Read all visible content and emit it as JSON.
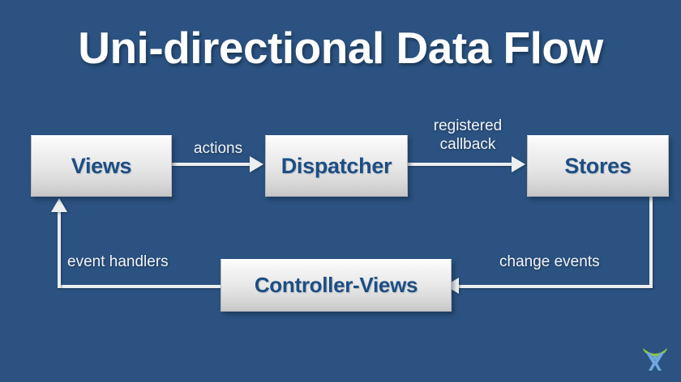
{
  "slide": {
    "title": "Uni-directional Data Flow",
    "background_color": "#2b5280",
    "node_text_color": "#1d4e82",
    "connector_color": "#eceef0",
    "title_color": "#ffffff"
  },
  "nodes": [
    {
      "id": "views",
      "label": "Views"
    },
    {
      "id": "dispatcher",
      "label": "Dispatcher"
    },
    {
      "id": "stores",
      "label": "Stores"
    },
    {
      "id": "controller",
      "label": "Controller-Views"
    }
  ],
  "edges": [
    {
      "id": "actions",
      "label": "actions",
      "from": "views",
      "to": "dispatcher",
      "direction": "right"
    },
    {
      "id": "registered",
      "label": "registered\ncallback",
      "from": "dispatcher",
      "to": "stores",
      "direction": "right"
    },
    {
      "id": "change-events",
      "label": "change events",
      "from": "stores",
      "to": "controller",
      "direction": "left"
    },
    {
      "id": "event-handlers",
      "label": "event handlers",
      "from": "controller",
      "to": "views",
      "direction": "up"
    }
  ],
  "logo": {
    "name": "person-arc-logo",
    "arc_color": "#8cc63e",
    "figure_color": "#6fa8dc"
  }
}
